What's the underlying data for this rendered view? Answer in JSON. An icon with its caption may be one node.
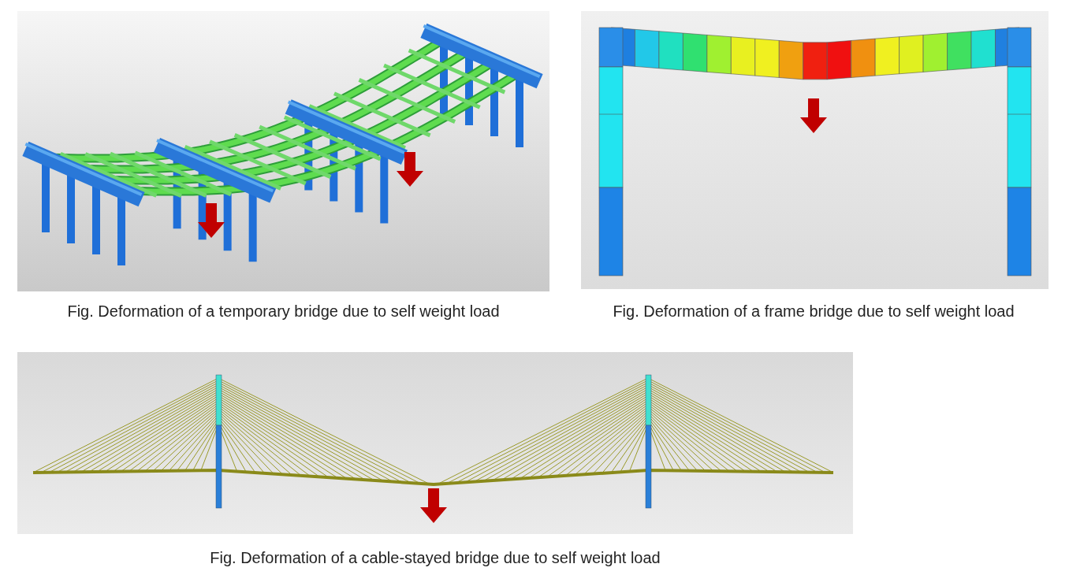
{
  "diagram": {
    "labels": [
      "Fig. Deformation of a temporary bridge due to self weight load",
      "Fig. Deformation of a frame bridge due to self weight load",
      "Fig. Deformation of a cable-stayed bridge due to self weight load"
    ]
  }
}
